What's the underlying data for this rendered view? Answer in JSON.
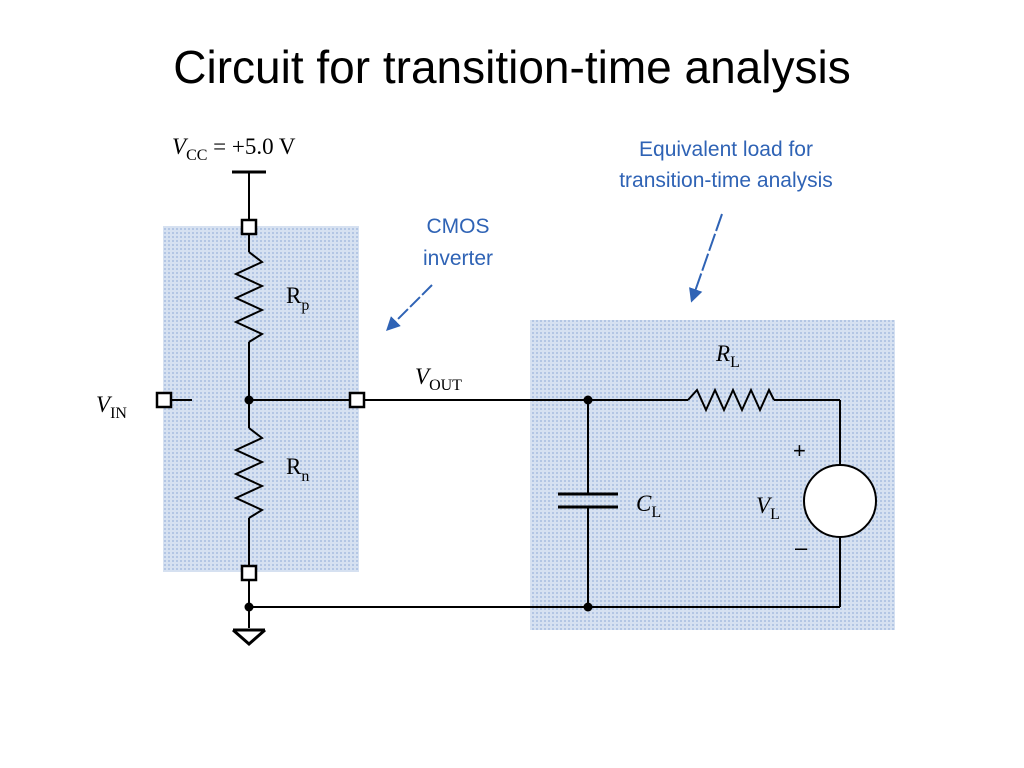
{
  "title": "Circuit for transition-time analysis",
  "labels": {
    "vcc_symbol": "V",
    "vcc_sub": "CC",
    "vcc_value": " = +5.0 V",
    "vin_symbol": "V",
    "vin_sub": "IN",
    "vout_symbol": "V",
    "vout_sub": "OUT",
    "rp_symbol": "R",
    "rp_sub": "p",
    "rn_symbol": "R",
    "rn_sub": "n",
    "rl_symbol": "R",
    "rl_sub": "L",
    "cl_symbol": "C",
    "cl_sub": "L",
    "vl_symbol": "V",
    "vl_sub": "L",
    "plus": "+",
    "minus": "–"
  },
  "callouts": {
    "cmos_line1": "CMOS",
    "cmos_line2": "inverter",
    "load_line1": "Equivalent load for",
    "load_line2": "transition-time analysis"
  },
  "colors": {
    "shade": "#c7d6ec",
    "callout_text": "#2f63b5",
    "wire": "#000000"
  }
}
